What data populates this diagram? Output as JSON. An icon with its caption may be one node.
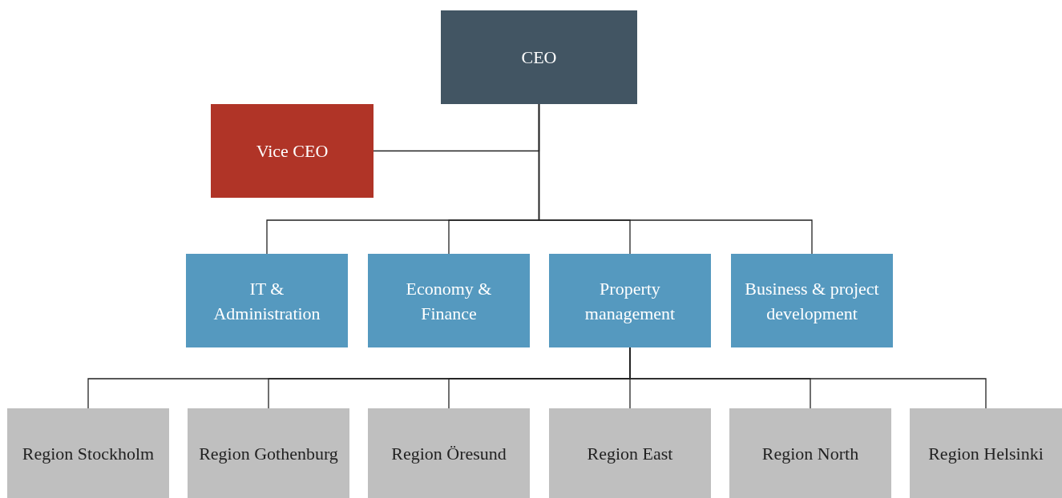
{
  "diagram": {
    "nodes": [
      {
        "text": [
          "CEO"
        ]
      },
      {
        "text": [
          "Vice CEO"
        ]
      },
      {
        "text": [
          "IT & Administration"
        ]
      },
      {
        "text": [
          "Economy & Finance"
        ]
      },
      {
        "text": [
          "Property management"
        ]
      },
      {
        "text": [
          "Business & project development"
        ]
      },
      {
        "text": [
          "Region Stockholm"
        ]
      },
      {
        "text": [
          "Region Gothenburg"
        ]
      },
      {
        "text": [
          "Region Öresund"
        ]
      },
      {
        "text": [
          "Region East"
        ]
      },
      {
        "text": [
          "Region North"
        ]
      },
      {
        "text": [
          "Region Helsinki"
        ]
      }
    ],
    "edges": [
      {
        "from": 0,
        "to": 1,
        "arrow": "none"
      },
      {
        "from": 0,
        "to": 2,
        "arrow": "none"
      },
      {
        "from": 0,
        "to": 3,
        "arrow": "none"
      },
      {
        "from": 0,
        "to": 4,
        "arrow": "none"
      },
      {
        "from": 0,
        "to": 5,
        "arrow": "none"
      },
      {
        "from": 4,
        "to": 6,
        "arrow": "none"
      },
      {
        "from": 4,
        "to": 7,
        "arrow": "none"
      },
      {
        "from": 4,
        "to": 8,
        "arrow": "none"
      },
      {
        "from": 4,
        "to": 9,
        "arrow": "none"
      },
      {
        "from": 4,
        "to": 10,
        "arrow": "none"
      },
      {
        "from": 4,
        "to": 11,
        "arrow": "none"
      }
    ]
  }
}
